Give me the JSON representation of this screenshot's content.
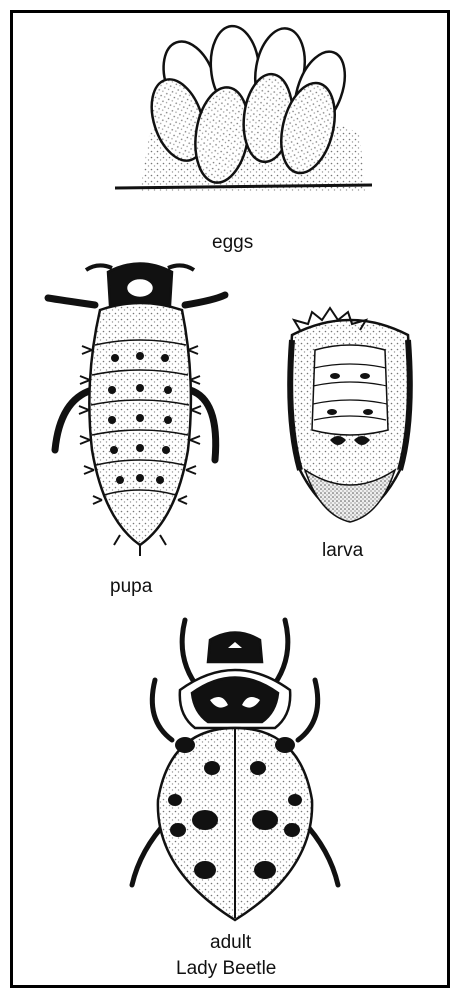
{
  "labels": {
    "eggs": "eggs",
    "pupa": "pupa",
    "larva": "larva",
    "adult": "adult",
    "title": "Lady Beetle"
  },
  "colors": {
    "ink": "#111111",
    "paper": "#ffffff",
    "stipple": "#9a9a9a"
  }
}
